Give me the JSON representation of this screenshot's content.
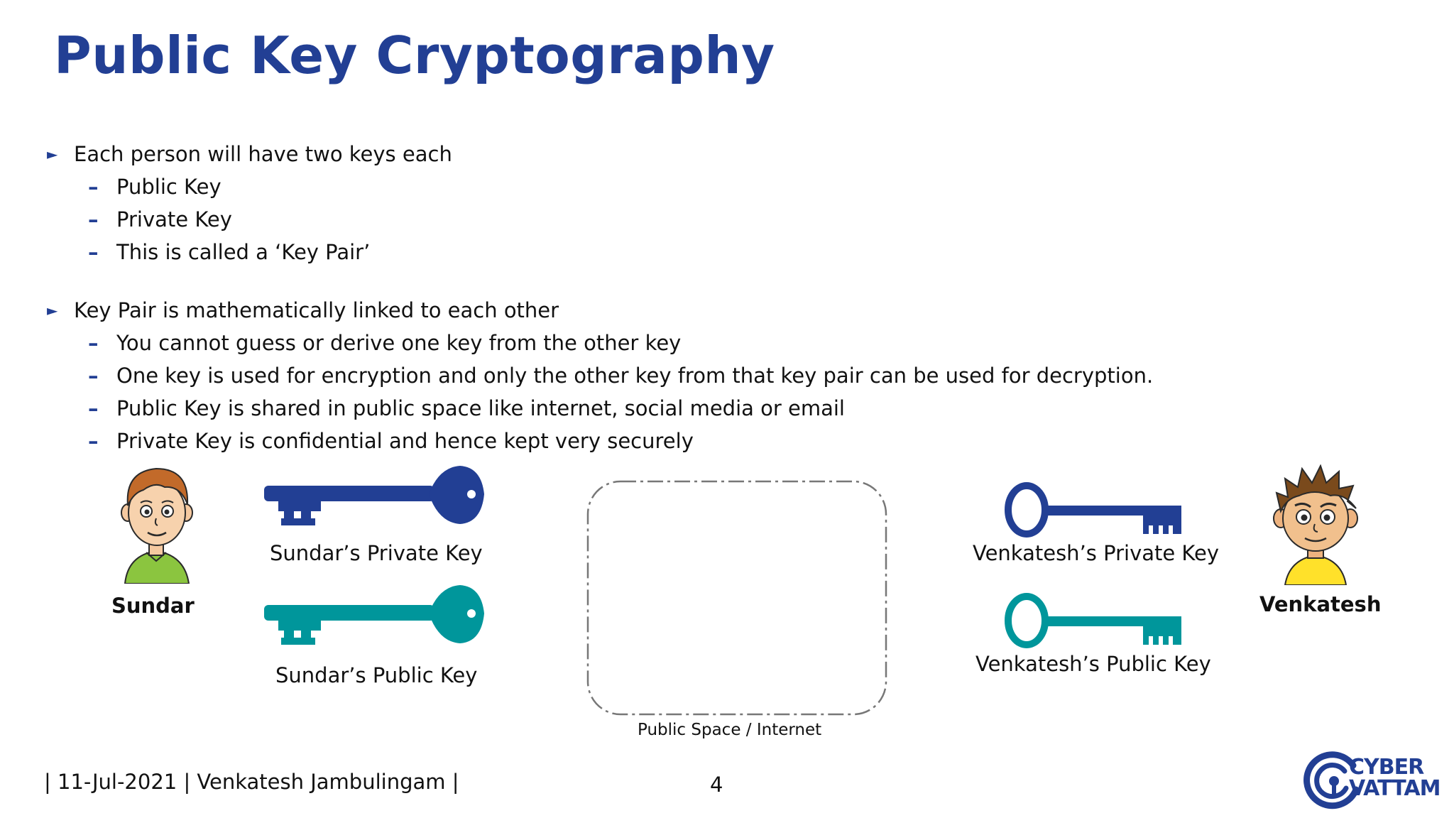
{
  "slide": {
    "title": "Public Key Cryptography",
    "colors": {
      "title": "#223f94",
      "private_key": "#223f94",
      "public_key": "#00969b"
    },
    "bullets": [
      {
        "text": "Each person will have two keys each",
        "subs": [
          "Public Key",
          "Private Key",
          "This is called a ‘Key Pair’"
        ]
      },
      {
        "text": "Key Pair is mathematically linked to each other",
        "subs": [
          "You cannot guess or derive one key from the other key",
          "One key is used for encryption and only the other key from that key pair can be used for decryption.",
          "Public Key is shared in public space like internet, social media or email",
          "Private Key is confidential and hence kept very securely"
        ]
      }
    ],
    "bullet_marker": "►",
    "sub_marker": "–"
  },
  "diagram": {
    "left_person": {
      "name": "Sundar",
      "icon": "boy-avatar-icon"
    },
    "right_person": {
      "name": "Venkatesh",
      "icon": "boy-avatar-icon"
    },
    "left_private_key_label": "Sundar’s Private Key",
    "left_public_key_label": "Sundar’s Public Key",
    "right_private_key_label": "Venkatesh’s Private Key",
    "right_public_key_label": "Venkatesh’s Public Key",
    "public_space_label": "Public Space / Internet"
  },
  "footer": {
    "text": "| 11-Jul-2021 | Venkatesh Jambulingam |",
    "page_number": "4",
    "logo_line1": "CYBER",
    "logo_line2": "VATTAM"
  }
}
